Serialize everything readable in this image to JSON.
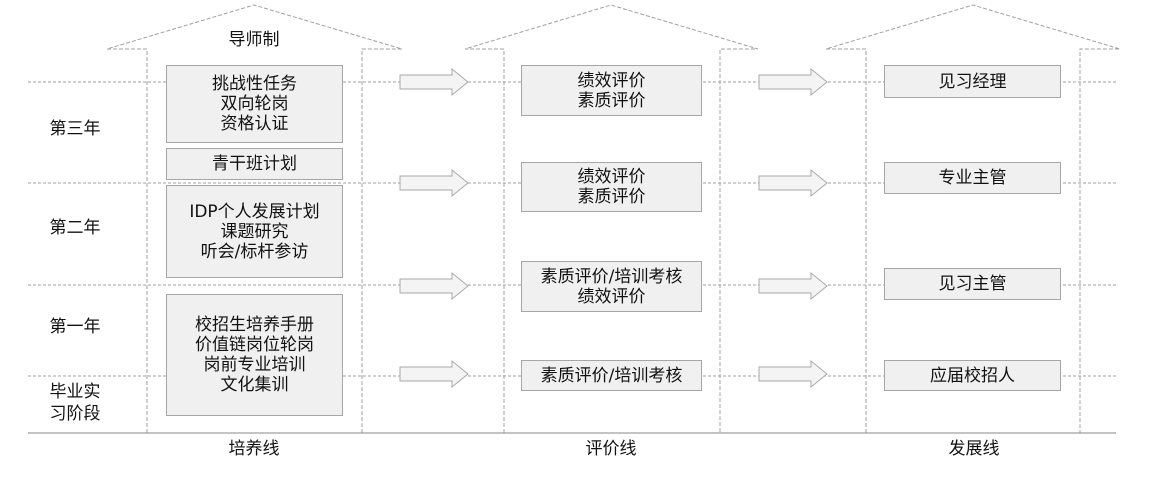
{
  "years": {
    "third": "第三年",
    "second": "第二年",
    "first": "第一年",
    "internship_l1": "毕业实",
    "internship_l2": "习阶段"
  },
  "top_label": "导师制",
  "columns": {
    "cultivation": "培养线",
    "evaluation": "评价线",
    "development": "发展线"
  },
  "cultivation_boxes": [
    {
      "lines": [
        "挑战性任务",
        "双向轮岗",
        "资格认证"
      ]
    },
    {
      "lines": [
        "青干班计划"
      ]
    },
    {
      "lines": [
        "IDP个人发展计划",
        "课题研究",
        "听会/标杆参访"
      ]
    },
    {
      "lines": [
        "校招生培养手册",
        "价值链岗位轮岗",
        "岗前专业培训",
        "文化集训"
      ]
    }
  ],
  "evaluation_boxes": [
    {
      "lines": [
        "绩效评价",
        "素质评价"
      ]
    },
    {
      "lines": [
        "绩效评价",
        "素质评价"
      ]
    },
    {
      "lines": [
        "素质评价/培训考核",
        "绩效评价"
      ]
    },
    {
      "lines": [
        "素质评价/培训考核"
      ]
    }
  ],
  "development_boxes": [
    {
      "lines": [
        "见习经理"
      ]
    },
    {
      "lines": [
        "专业主管"
      ]
    },
    {
      "lines": [
        "见习主管"
      ]
    },
    {
      "lines": [
        "应届校招人"
      ]
    }
  ]
}
